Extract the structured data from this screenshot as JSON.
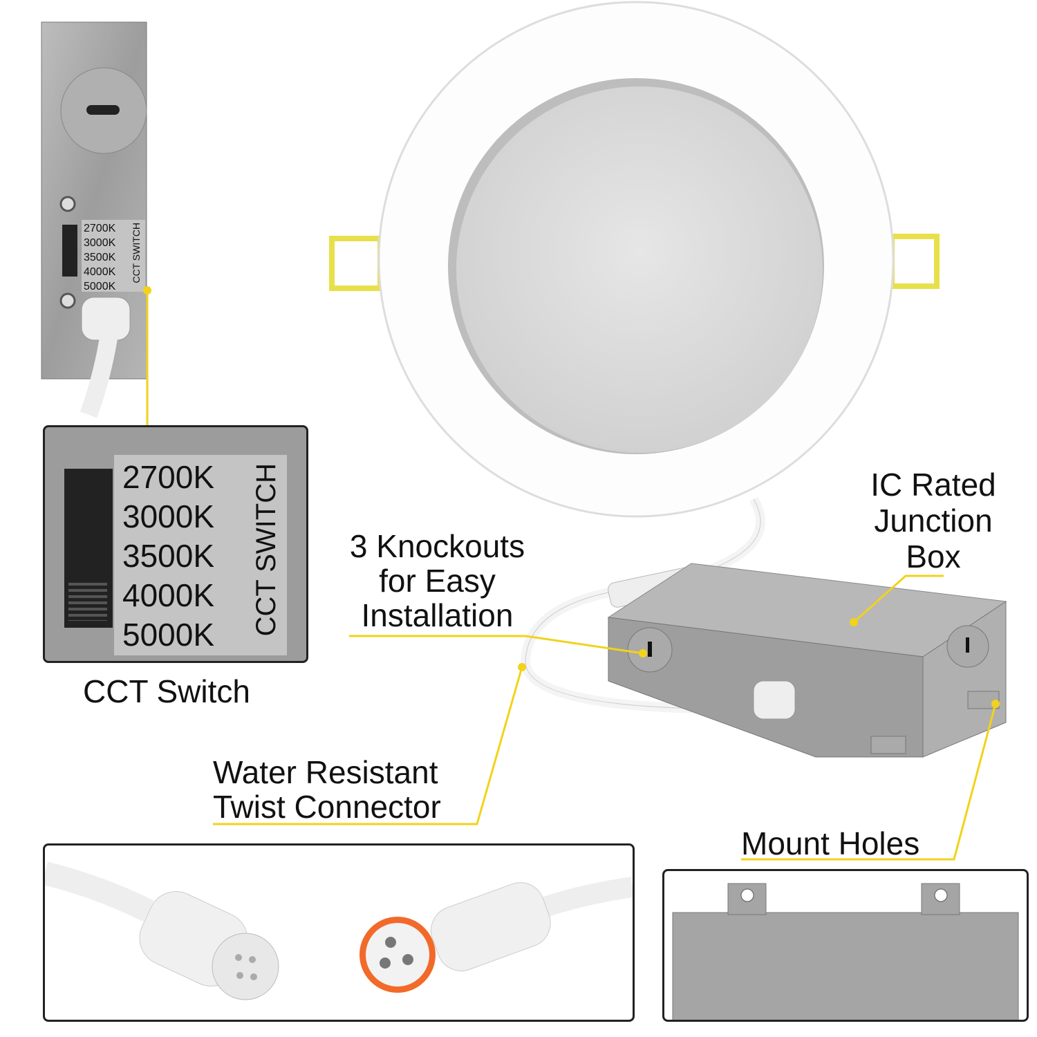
{
  "colors": {
    "callout": "#f2d21b",
    "metal": "#a9a9a9",
    "clip": "#e8e04a",
    "seal": "#f26a2a"
  },
  "cct_switch": {
    "options": [
      "2700K",
      "3000K",
      "3500K",
      "4000K",
      "5000K"
    ],
    "heading": "CCT SWITCH",
    "caption": "CCT Switch"
  },
  "callouts": {
    "knockouts": [
      "3 Knockouts",
      "for Easy",
      "Installation"
    ],
    "junction_box": [
      "IC Rated",
      "Junction",
      "Box"
    ],
    "connector": [
      "Water Resistant",
      "Twist Connector"
    ],
    "mount_holes": "Mount Holes"
  }
}
